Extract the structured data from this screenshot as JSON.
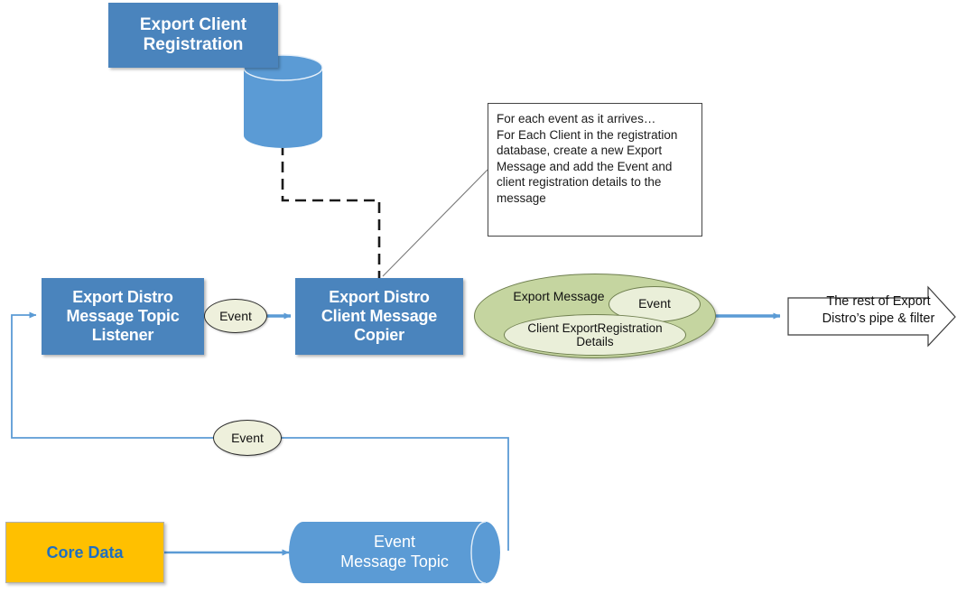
{
  "diagram": {
    "title": "Export Distro message distribution flow",
    "colors": {
      "process_blue": "#4a84bd",
      "cylinder_blue": "#5b9bd5",
      "gold": "#ffc000",
      "message_green": "#c5d5a0",
      "message_inner_green": "#eaefd9",
      "event_cream": "#eef0dc",
      "connector_blue": "#5b9bd5",
      "dashed_black": "#1a1a1a",
      "core_data_text": "#1f6fc0"
    }
  },
  "nodes": {
    "export_client_registration": {
      "label": "Export Client Registration",
      "line1": "Export Client",
      "line2": "Registration"
    },
    "registration_database": {
      "name": "registration-database-cylinder"
    },
    "listener": {
      "label": "Export Distro Message Topic Listener",
      "line1": "Export Distro",
      "line2": "Message Topic",
      "line3": "Listener"
    },
    "copier": {
      "label": "Export Distro Client Message Copier",
      "line1": "Export Distro",
      "line2": "Client Message",
      "line3": "Copier"
    },
    "core_data": {
      "label": "Core Data"
    },
    "event_message_topic": {
      "line1": "Event",
      "line2": "Message Topic"
    },
    "export_message": {
      "outer_label": "Export Message",
      "event_label": "Event",
      "details_line1": "Client ExportRegistration",
      "details_line2": "Details"
    },
    "downstream": {
      "line1": "The rest of Export",
      "line2": "Distro’s pipe & filter"
    }
  },
  "connector_labels": {
    "event_listener_to_copier": "Event",
    "event_feedback": "Event"
  },
  "annotation": {
    "line1": "For each event as it arrives…",
    "line2": "For Each Client in the registration",
    "line3": "database, create a new Export",
    "line4": "Message and add the Event and",
    "line5": "client registration details to the",
    "line6": "message"
  }
}
